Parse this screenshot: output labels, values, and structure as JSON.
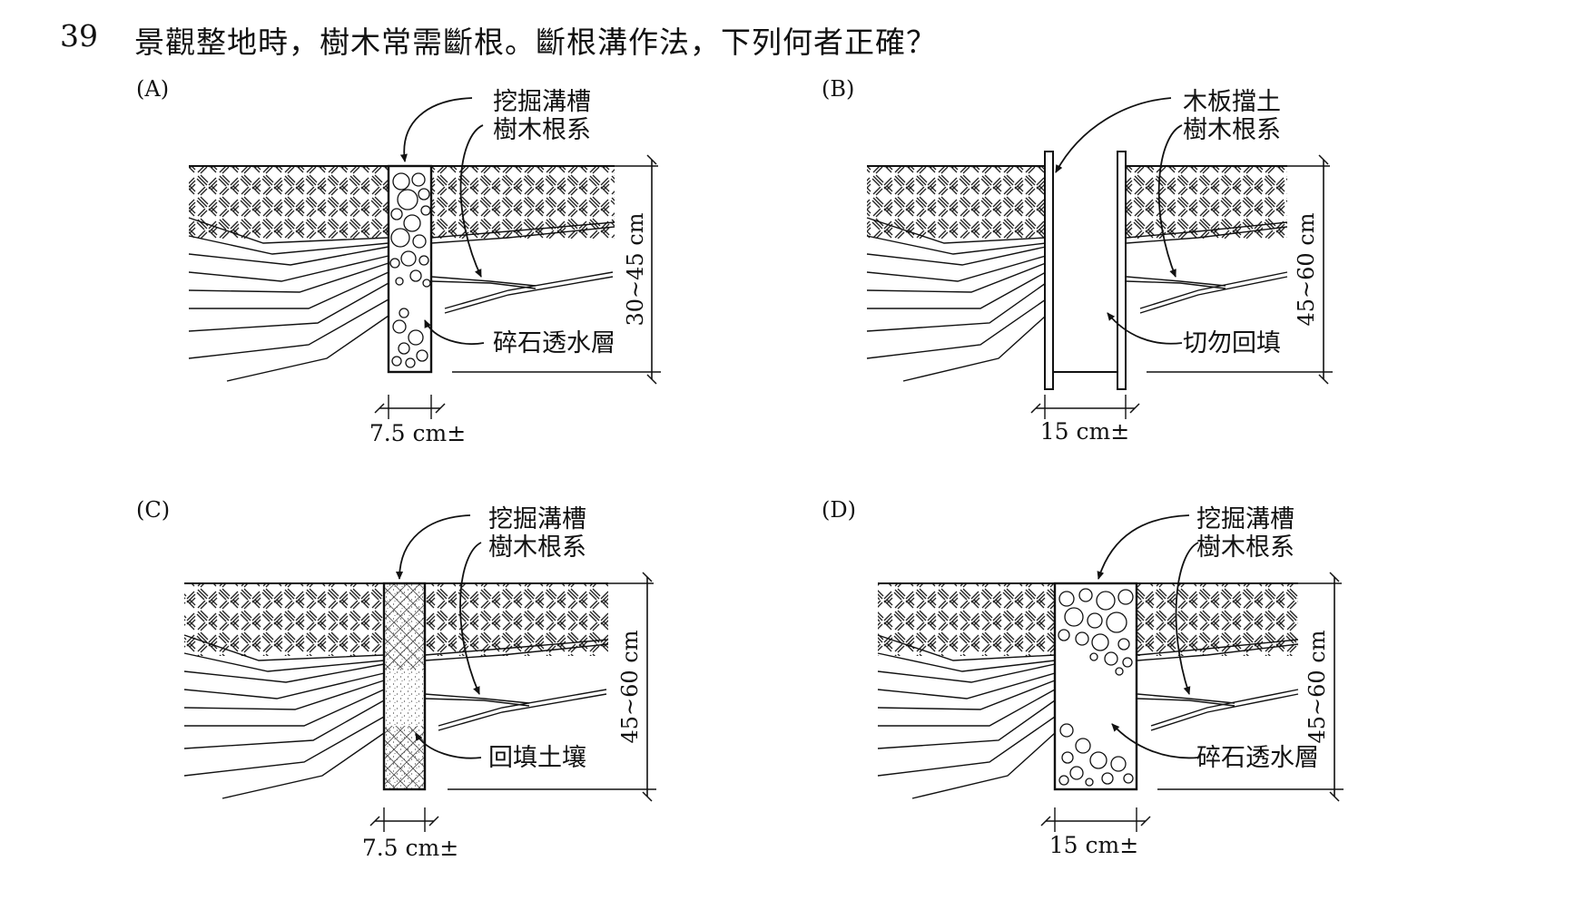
{
  "question": {
    "number": "39",
    "text": "景觀整地時，樹木常需斷根。斷根溝作法，下列何者正確？"
  },
  "options": [
    {
      "letter": "(A)",
      "callout_top": "挖掘溝槽",
      "callout_roots": "樹木根系",
      "callout_bottom": "碎石透水層",
      "depth_label": "30~45 cm",
      "width_label": "7.5 cm±",
      "trench_style": "gravel_full"
    },
    {
      "letter": "(B)",
      "callout_top": "木板擋土",
      "callout_roots": "樹木根系",
      "callout_bottom": "切勿回填",
      "depth_label": "45~60 cm",
      "width_label": "15 cm±",
      "trench_style": "boards_open"
    },
    {
      "letter": "(C)",
      "callout_top": "挖掘溝槽",
      "callout_roots": "樹木根系",
      "callout_bottom": "回填土壤",
      "depth_label": "45~60 cm",
      "width_label": "7.5 cm±",
      "trench_style": "soil_backfill"
    },
    {
      "letter": "(D)",
      "callout_top": "挖掘溝槽",
      "callout_roots": "樹木根系",
      "callout_bottom": "碎石透水層",
      "depth_label": "45~60 cm",
      "width_label": "15 cm±",
      "trench_style": "gravel_partial"
    }
  ]
}
